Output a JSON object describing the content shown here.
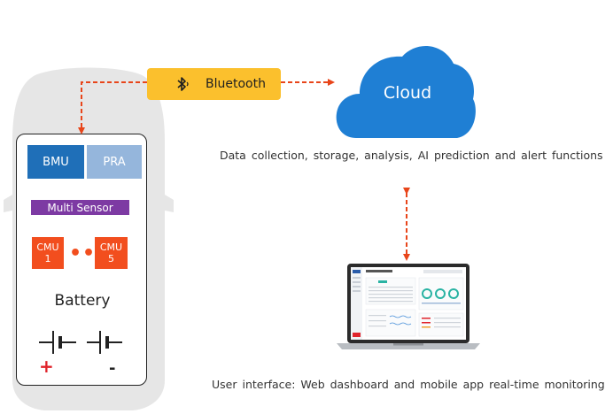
{
  "connection": {
    "label": "Bluetooth"
  },
  "vehicle": {
    "bmu": "BMU",
    "pra": "PRA",
    "sensor": "Multi Sensor",
    "cmu_first": [
      "CMU",
      "1"
    ],
    "cmu_last": [
      "CMU",
      "5"
    ],
    "ellipsis": "•••",
    "battery": "Battery",
    "plus": "+",
    "minus": "-"
  },
  "cloud": {
    "label": "Cloud",
    "caption": "Data collection, storage, analysis, AI prediction and alert functions"
  },
  "interface": {
    "caption": "User interface: Web dashboard and mobile app real-time monitoring"
  },
  "colors": {
    "bmu": "#1f6fb8",
    "pra": "#95b6dc",
    "sensor": "#7d3aa3",
    "cmu": "#f24e1e",
    "bluetooth_badge": "#fbc02d",
    "cloud": "#1f7fd4",
    "arrow": "#e8451a",
    "car_body": "#e6e6e6"
  },
  "icons": [
    "car-silhouette-icon",
    "bluetooth-icon",
    "cloud-shape-icon",
    "laptop-icon",
    "battery-cell-icon"
  ]
}
